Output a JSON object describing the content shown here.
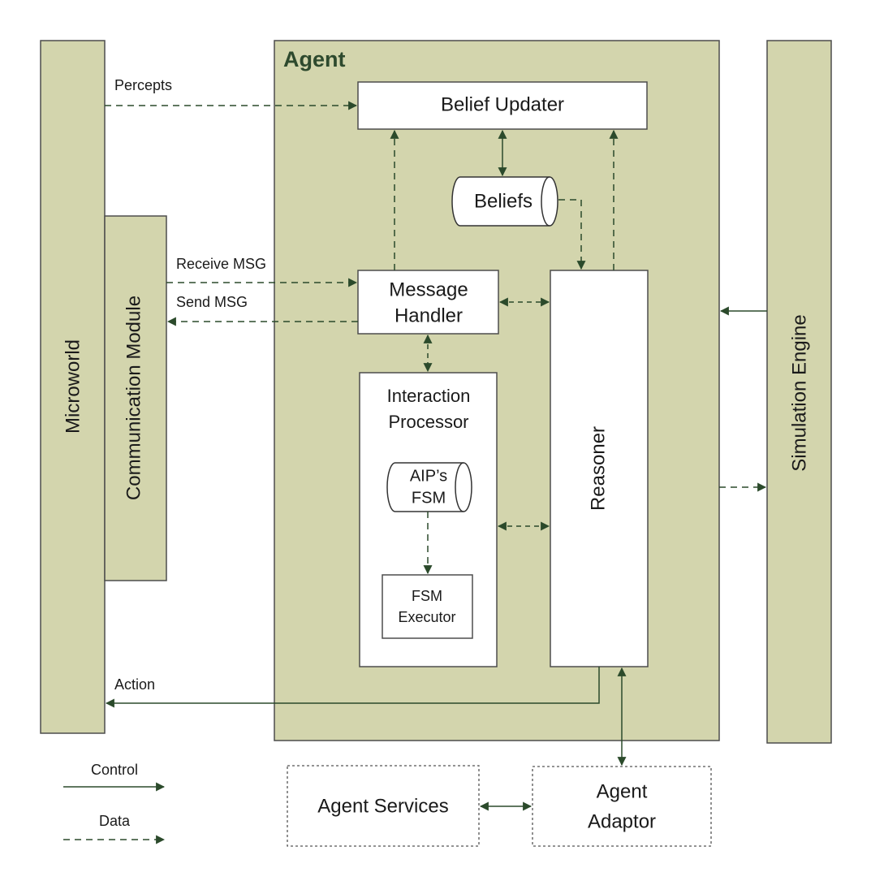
{
  "colors": {
    "panel_fill": "#d3d5ad",
    "panel_stroke": "#4d4d4d",
    "box_fill": "#ffffff",
    "arrow": "#2b4a2b",
    "agent_title": "#2e4a2e"
  },
  "labels": {
    "microworld": "Microworld",
    "communication_module": "Communication Module",
    "agent": "Agent",
    "simulation_engine": "Simulation Engine",
    "belief_updater": "Belief Updater",
    "beliefs": "Beliefs",
    "message_handler": [
      "Message",
      "Handler"
    ],
    "interaction_processor": [
      "Interaction",
      "Processor"
    ],
    "aips_fsm": [
      "AIP’s",
      "FSM"
    ],
    "fsm_executor": [
      "FSM",
      "Executor"
    ],
    "reasoner": "Reasoner",
    "agent_services": "Agent Services",
    "agent_adaptor": [
      "Agent",
      "Adaptor"
    ]
  },
  "edges": {
    "percepts": "Percepts",
    "receive_msg": "Receive MSG",
    "send_msg": "Send MSG",
    "action": "Action"
  },
  "legend": {
    "control": "Control",
    "data": "Data"
  },
  "icons": {
    "beliefs": "cylinder-datastore",
    "aips_fsm": "cylinder-datastore"
  }
}
